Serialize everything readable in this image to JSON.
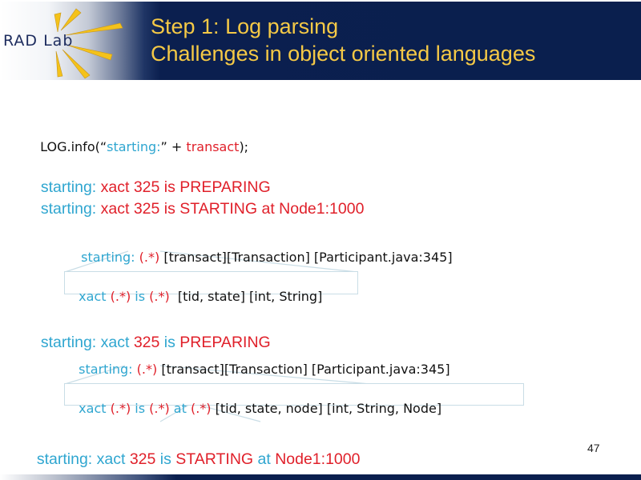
{
  "header": {
    "logo": {
      "text": "RAD Lab",
      "icon": "sunburst-icon"
    },
    "title_line1": "Step 1: Log parsing",
    "title_line2": "Challenges in object oriented languages"
  },
  "colors": {
    "header_bg": "#0a1f4e",
    "title": "#f5c946",
    "constant_text": "#2fa6d0",
    "variable_text": "#e0202a",
    "type_text": "#111111"
  },
  "code_line": {
    "prefix": "LOG.info(“",
    "literal": "starting:",
    "mid": "” + ",
    "variable": "transact",
    "suffix": ");"
  },
  "log_messages": [
    {
      "constant": "starting: ",
      "variable": "xact 325 is PREPARING"
    },
    {
      "constant": "starting: ",
      "variable": "xact 325 is STARTING at Node1:1000"
    }
  ],
  "template1": {
    "constant": "starting: ",
    "wildcard": "(.*)",
    "meta": " [transact][Transaction] [Participant.java:345]"
  },
  "subtemplate1": {
    "c1": "xact ",
    "w1": "(.*)",
    "c2": " is ",
    "w2": "(.*)",
    "meta": "  [tid, state] [int, String]"
  },
  "example1": {
    "c1": "starting: xact ",
    "v1": "325",
    "c2": " is ",
    "v2": "PREPARING"
  },
  "template2": {
    "constant": "starting: ",
    "wildcard": "(.*)",
    "meta": " [transact][Transaction] [Participant.java:345]"
  },
  "subtemplate2": {
    "c1": "xact ",
    "w1": "(.*)",
    "c2": " is ",
    "w2": "(.*)",
    "c3": " at ",
    "w3": "(.*)",
    "meta": " [tid, state, node] [int, String, Node]"
  },
  "example2": {
    "c1": "starting: xact ",
    "v1": "325",
    "c2": " is ",
    "v2": "STARTING",
    "c3": " at ",
    "v3": "Node1:1000"
  },
  "page_number": "47"
}
